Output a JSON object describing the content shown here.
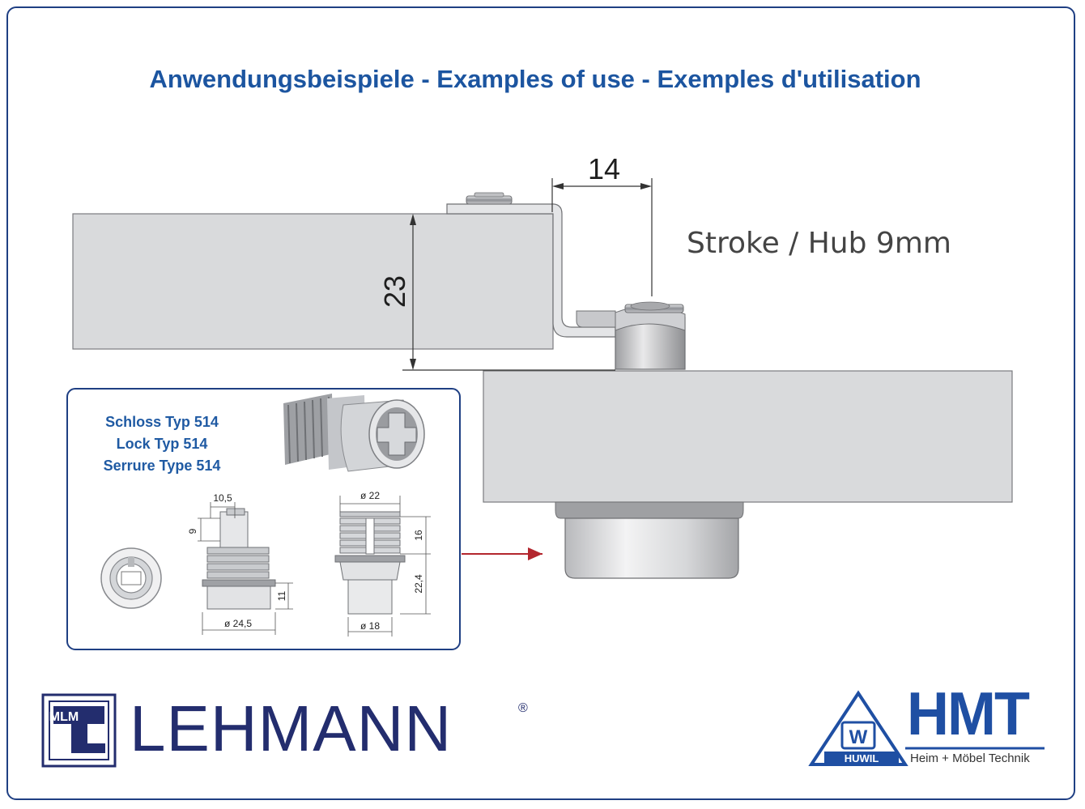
{
  "title": "Anwendungsbeispiele - Examples of use - Exemples d'utilisation",
  "dimensions": {
    "top_width": "14",
    "height": "23",
    "stroke": "Stroke / Hub 9mm"
  },
  "lock": {
    "name_de": "Schloss Typ 514",
    "name_en": "Lock Typ 514",
    "name_fr": "Serrure Type 514",
    "dim_10_5": "10,5",
    "dim_9": "9",
    "dim_11": "11",
    "dim_24_5": "ø 24,5",
    "dim_22": "ø 22",
    "dim_16": "16",
    "dim_22_4": "22,4",
    "dim_18": "ø 18"
  },
  "logos": {
    "lehmann": "LEHMANN",
    "lehmann_mark": "®",
    "lehmann_monogram": "MLM",
    "hmt": "HMT",
    "hmt_sub": "Heim + Möbel Technik",
    "huwil": "HUWIL",
    "huwil_w": "W"
  },
  "colors": {
    "title": "#1c55a0",
    "frame": "#1f3f83",
    "panel": "#d9dadc",
    "arrow": "#b3262e",
    "lehmann": "#232d6e",
    "hmt": "#1f4fa3"
  }
}
